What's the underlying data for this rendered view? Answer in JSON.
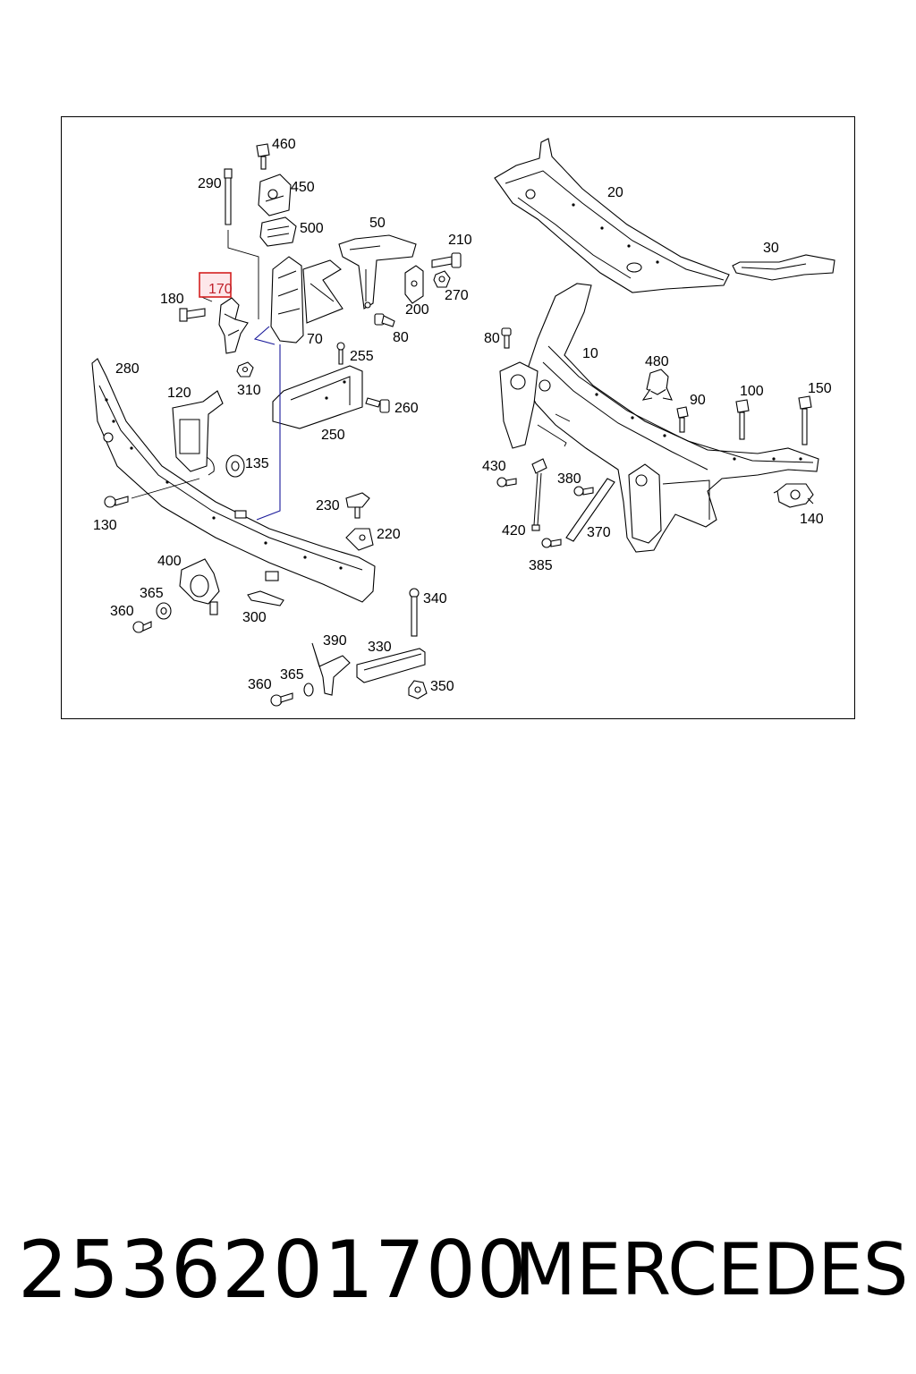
{
  "diagram": {
    "highlighted_part": "170",
    "callouts": [
      "460",
      "290",
      "450",
      "500",
      "50",
      "210",
      "270",
      "200",
      "180",
      "170",
      "70",
      "80",
      "255",
      "280",
      "310",
      "120",
      "260",
      "250",
      "135",
      "130",
      "230",
      "220",
      "400",
      "365",
      "360",
      "300",
      "340",
      "390",
      "330",
      "365",
      "360",
      "350",
      "20",
      "30",
      "80",
      "10",
      "480",
      "90",
      "100",
      "150",
      "430",
      "380",
      "420",
      "370",
      "385",
      "140"
    ]
  },
  "footer": {
    "part_number": "2536201700",
    "brand": "MERCEDES"
  }
}
